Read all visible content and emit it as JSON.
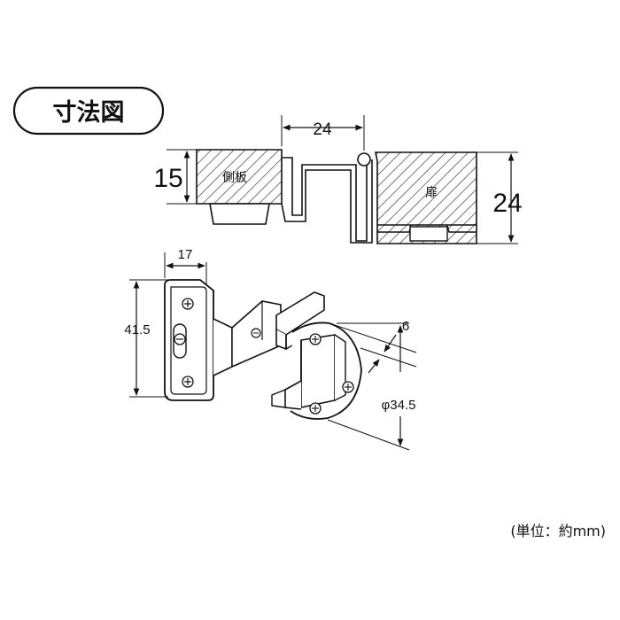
{
  "title_badge": "寸法図",
  "labels": {
    "side_panel": "側板",
    "door": "扉"
  },
  "dimensions": {
    "cup_offset": "24",
    "panel_thickness": "15",
    "door_thickness": "24",
    "plate_width": "17",
    "plate_height": "41.5",
    "cup_depth": "6",
    "cup_diameter": "φ34.5"
  },
  "unit_note": "(単位：約mm)"
}
